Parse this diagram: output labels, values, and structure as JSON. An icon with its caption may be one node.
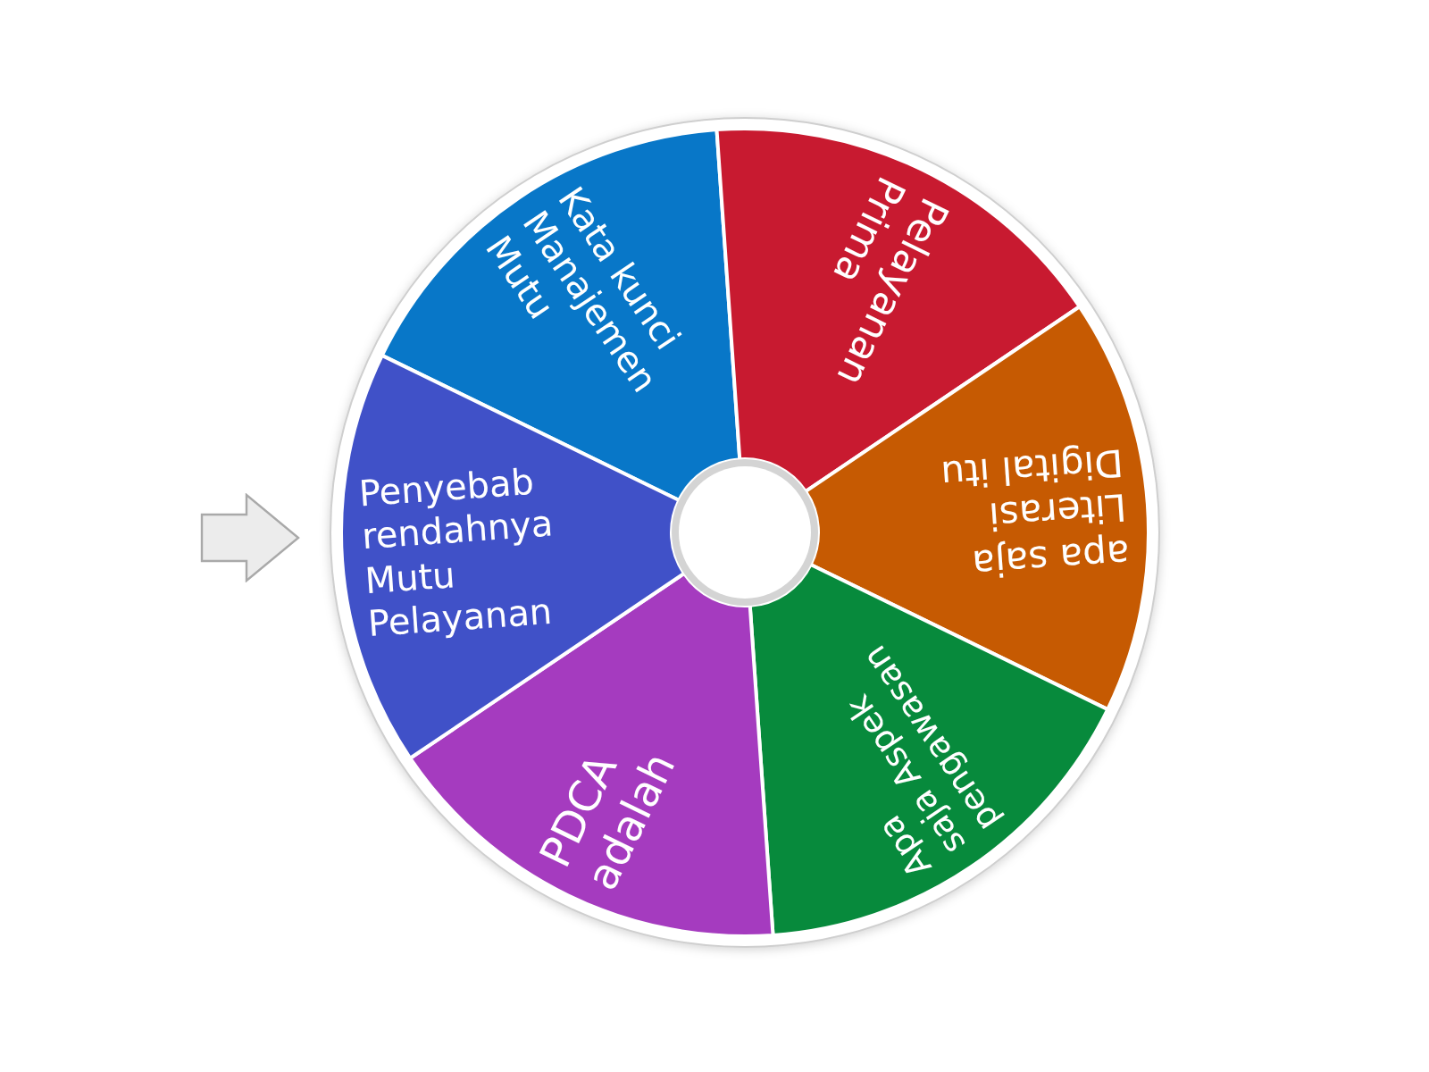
{
  "diagram": {
    "nodes": [
      {
        "text": [
          "Kata kunci Manajemen Mutu"
        ]
      },
      {
        "text": [
          "Pelayanan Prima"
        ]
      },
      {
        "text": [
          "apa saja Literasi Digital itu"
        ]
      },
      {
        "text": [
          "Apa saja Aspek pengawasan"
        ]
      },
      {
        "text": [
          "PDCA adalah"
        ]
      },
      {
        "text": [
          "Penyebab rendahnya Mutu Pelayanan"
        ]
      }
    ]
  }
}
